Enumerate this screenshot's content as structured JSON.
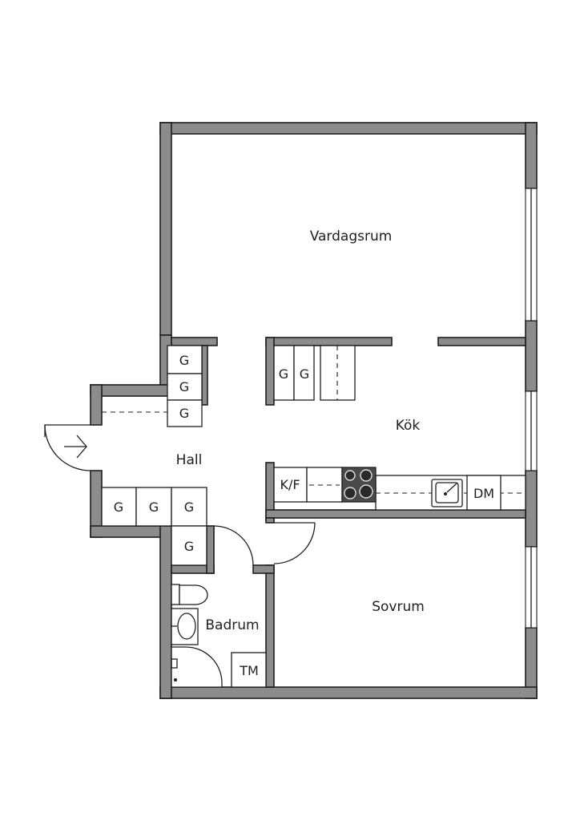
{
  "rooms": {
    "vardagsrum": "Vardagsrum",
    "kok": "Kök",
    "hall": "Hall",
    "sovrum": "Sovrum",
    "badrum": "Badrum"
  },
  "fixtures": {
    "wardrobe": "G",
    "fridge_freezer": "K/F",
    "dishwasher": "DM",
    "washing_machine": "TM"
  },
  "colors": {
    "wall": "#8c8c8c",
    "line": "#1e1e1e",
    "stove": "#4a4a4a"
  }
}
